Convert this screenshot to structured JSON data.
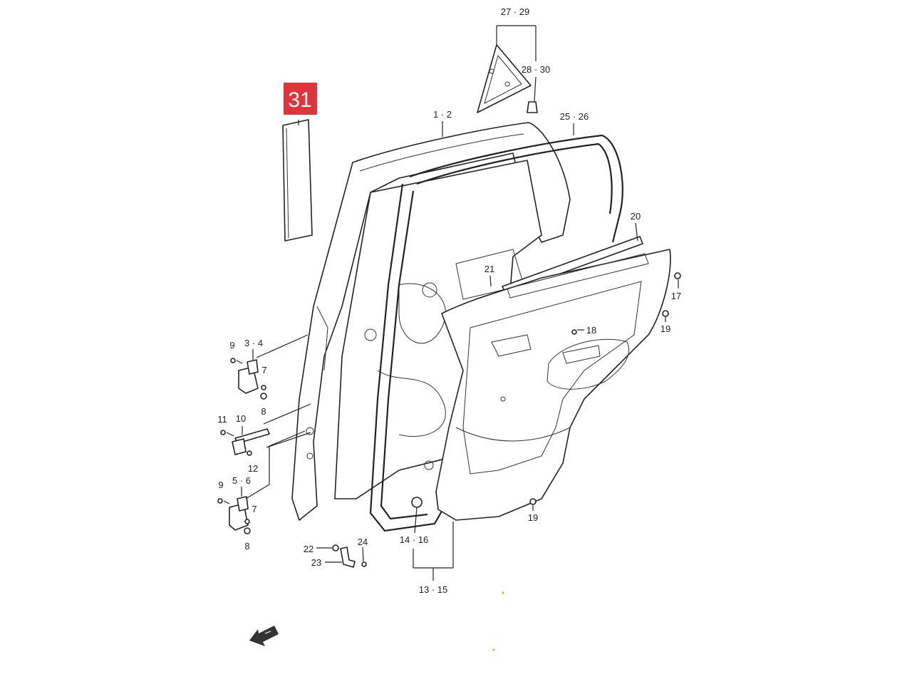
{
  "highlight": {
    "label": "31",
    "color": "#e0343b"
  },
  "callouts": {
    "c1_2": "1 · 2",
    "c3_4": "3 · 4",
    "c5_6": "5 · 6",
    "c7a": "7",
    "c7b": "7",
    "c8a": "8",
    "c8b": "8",
    "c9a": "9",
    "c9b": "9",
    "c10": "10",
    "c11": "11",
    "c12": "12",
    "c13_15": "13 · 15",
    "c14_16": "14 · 16",
    "c17": "17",
    "c18": "18",
    "c19a": "19",
    "c19b": "19",
    "c20": "20",
    "c21": "21",
    "c22": "22",
    "c23": "23",
    "c24": "24",
    "c25_26": "25 · 26",
    "c27_29": "27 · 29",
    "c28_30": "28 · 30"
  },
  "icons": {
    "front_arrow": "front-direction-arrow-icon",
    "bolt": "bolt-icon",
    "clip": "clip-icon"
  }
}
